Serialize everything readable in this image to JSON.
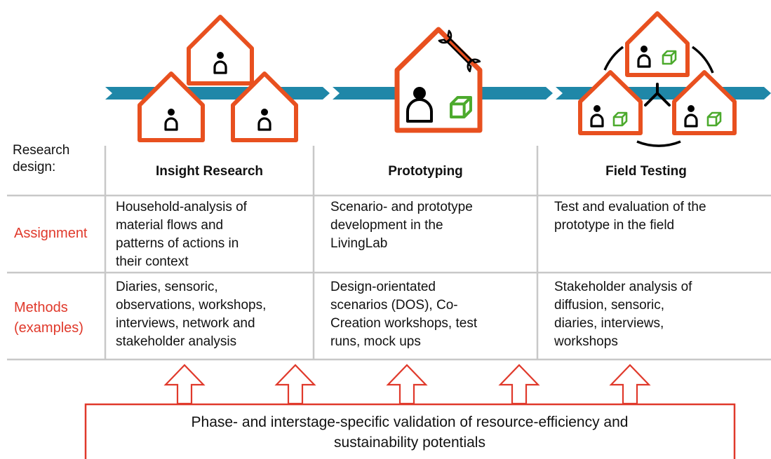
{
  "research_design_label": "Research\ndesign:",
  "phases": [
    {
      "title": "Insight Research",
      "icon": "house-people-icon"
    },
    {
      "title": "Prototyping",
      "icon": "house-person-tool-icon"
    },
    {
      "title": "Field Testing",
      "icon": "houses-network-icon"
    }
  ],
  "rows": [
    {
      "label": "Assignment",
      "cells": [
        "Household-analysis of\nmaterial flows and\npatterns of actions in\ntheir context",
        "Scenario- and prototype\ndevelopment in the\nLivingLab",
        "Test and evaluation of the\nprototype in the field"
      ]
    },
    {
      "label": "Methods\n(examples)",
      "cells": [
        "Diaries, sensoric,\nobservations, workshops,\ninterviews, network and\nstakeholder analysis",
        "Design-orientated\nscenarios (DOS), Co-\nCreation workshops, test\nruns, mock ups",
        "Stakeholder analysis of\ndiffusion, sensoric,\ndiaries, interviews,\nworkshops"
      ]
    }
  ],
  "validation_text": "Phase- and interstage-specific validation of resource-efficiency and\nsustainability potentials",
  "colors": {
    "house": "#e8501f",
    "arrow_band": "#1f87a8",
    "box": "#4caa2d",
    "validation": "#e0392b",
    "grid": "#c8c8c8",
    "label_red": "#e0392b"
  }
}
